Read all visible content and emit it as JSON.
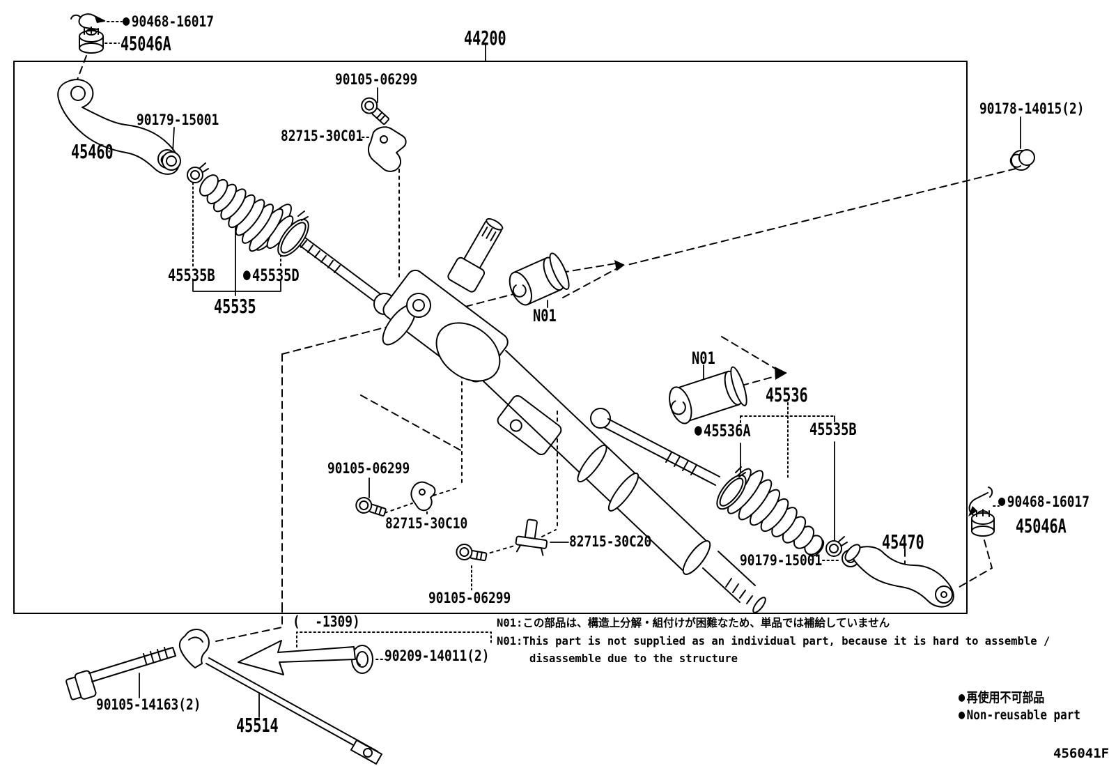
{
  "figure": {
    "code": "456041F"
  },
  "symbols": {
    "non_reusable_dot": "●"
  },
  "labels": [
    {
      "id": "cotter-pin-top-left",
      "text": "90468-16017",
      "non_reusable": true
    },
    {
      "id": "tie-rod-end-nut-top-left",
      "text": "45046A"
    },
    {
      "id": "steering-gear-assembly",
      "text": "44200"
    },
    {
      "id": "bolt-top",
      "text": "90105-06299"
    },
    {
      "id": "clamp-top",
      "text": "82715-30C01"
    },
    {
      "id": "lock-nut-left",
      "text": "90179-15001"
    },
    {
      "id": "tie-rod-left",
      "text": "45460"
    },
    {
      "id": "nut-top-right",
      "text": "90178-14015(2)"
    },
    {
      "id": "boot-clip-left",
      "text": "45535B"
    },
    {
      "id": "boot-clamp-left",
      "text": "45535D",
      "non_reusable": true
    },
    {
      "id": "boot-left",
      "text": "45535"
    },
    {
      "id": "bushing-note-upper",
      "text": "N01"
    },
    {
      "id": "bushing-note-lower",
      "text": "N01"
    },
    {
      "id": "boot-right",
      "text": "45536"
    },
    {
      "id": "boot-clamp-right",
      "text": "45536A",
      "non_reusable": true
    },
    {
      "id": "boot-clip-right",
      "text": "45535B"
    },
    {
      "id": "tie-rod-right",
      "text": "45470"
    },
    {
      "id": "lock-nut-right",
      "text": "90179-15001"
    },
    {
      "id": "cotter-pin-right",
      "text": "90468-16017",
      "non_reusable": true
    },
    {
      "id": "tie-rod-end-nut-right",
      "text": "45046A"
    },
    {
      "id": "bolt-mid-left",
      "text": "90105-06299"
    },
    {
      "id": "clamp-mid",
      "text": "82715-30C10"
    },
    {
      "id": "clamp-lower",
      "text": "82715-30C20"
    },
    {
      "id": "bolt-bottom",
      "text": "90105-06299"
    },
    {
      "id": "date-range",
      "text": "(  -1309)"
    },
    {
      "id": "washer-bottom",
      "text": "90209-14011(2)"
    },
    {
      "id": "bolt-long-bottom-left",
      "text": "90105-14163(2)"
    },
    {
      "id": "relay-rod-bottom",
      "text": "45514"
    }
  ],
  "notes": {
    "jp": "N01:この部品は、構造上分解・組付けが困難なため、単品では補給していません",
    "en_line1": "N01:This part is not supplied as an individual part, because it is hard to assemble /",
    "en_line2": "disassemble due to the structure"
  },
  "legend": {
    "jp": "再使用不可部品",
    "en": "Non-reusable part"
  }
}
